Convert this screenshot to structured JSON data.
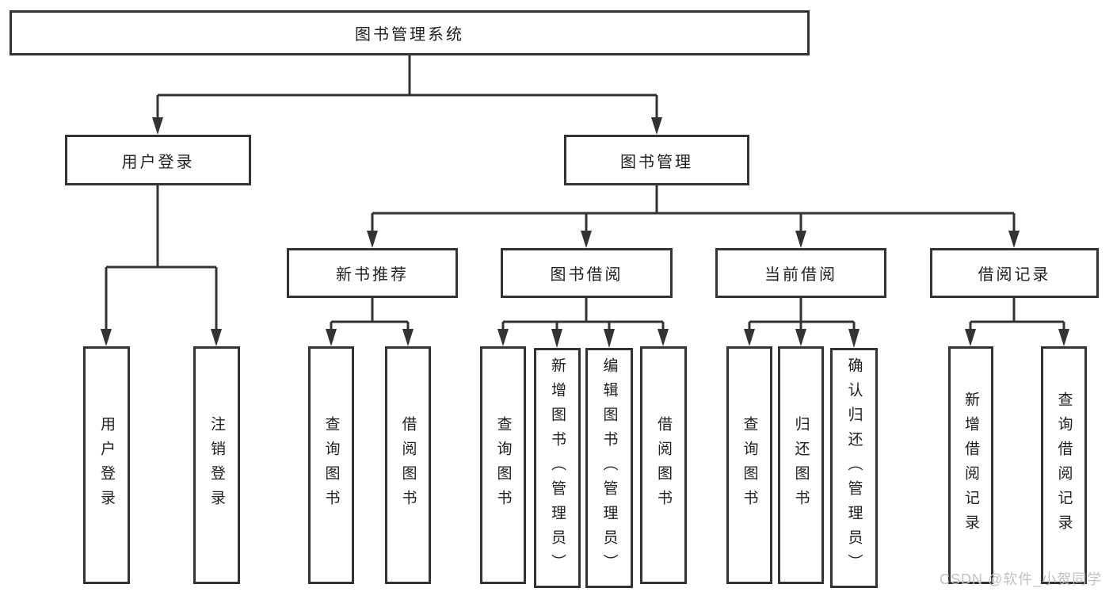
{
  "diagram": {
    "tree": {
      "label": "图书管理系统",
      "children": [
        {
          "label": "用户登录",
          "children": [
            {
              "label": "用户登录"
            },
            {
              "label": "注销登录"
            }
          ]
        },
        {
          "label": "图书管理",
          "children": [
            {
              "label": "新书推荐",
              "children": [
                {
                  "label": "查询图书"
                },
                {
                  "label": "借阅图书"
                }
              ]
            },
            {
              "label": "图书借阅",
              "children": [
                {
                  "label": "查询图书"
                },
                {
                  "label": "新增图书（管理员）"
                },
                {
                  "label": "编辑图书（管理员）"
                },
                {
                  "label": "借阅图书"
                }
              ]
            },
            {
              "label": "当前借阅",
              "children": [
                {
                  "label": "查询图书"
                },
                {
                  "label": "归还图书"
                },
                {
                  "label": "确认归还（管理员）"
                }
              ]
            },
            {
              "label": "借阅记录",
              "children": [
                {
                  "label": "新增借阅记录"
                },
                {
                  "label": "查询借阅记录"
                }
              ]
            }
          ]
        }
      ]
    },
    "colors": {
      "line": "#333333",
      "box_background": "#ffffff",
      "text": "#1f1f1f",
      "watermark": "#c2c2c2"
    }
  },
  "watermark": {
    "text": "CSDN @软件_小贺同学"
  }
}
